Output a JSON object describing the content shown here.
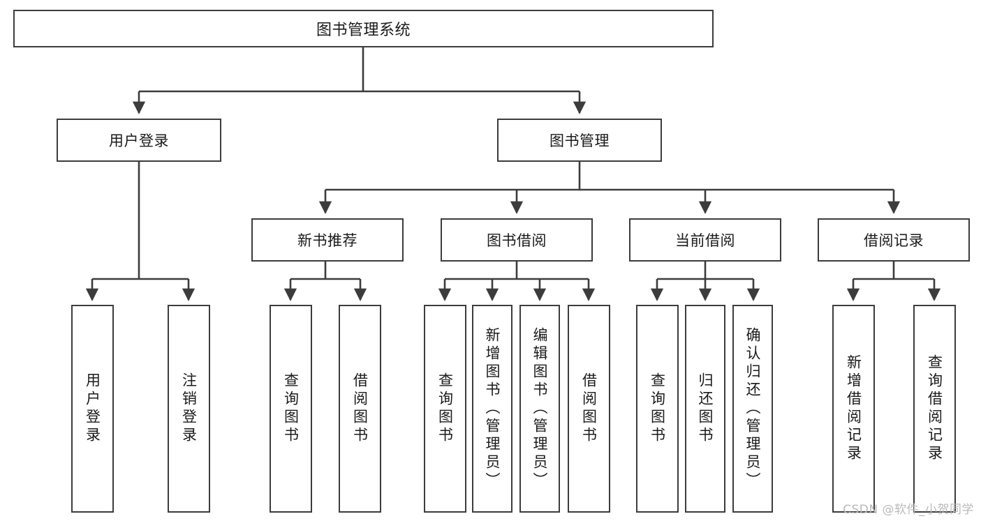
{
  "diagram": {
    "type": "tree-hierarchy",
    "title": "图书管理系统",
    "orientation": "top-down",
    "levels": 4,
    "colors": {
      "box_border": "#3c3c3c",
      "box_fill": "#ffffff",
      "line": "#3c3c3c",
      "text": "#1a1a1a",
      "watermark": "#b9b9b9",
      "background": "#ffffff"
    }
  },
  "root": {
    "label": "图书管理系统"
  },
  "level2": [
    {
      "id": "user-login",
      "label": "用户登录"
    },
    {
      "id": "book-management",
      "label": "图书管理"
    }
  ],
  "level3": [
    {
      "id": "new-book-recommend",
      "label": "新书推荐",
      "parent": "book-management"
    },
    {
      "id": "book-borrow",
      "label": "图书借阅",
      "parent": "book-management"
    },
    {
      "id": "current-borrow",
      "label": "当前借阅",
      "parent": "book-management"
    },
    {
      "id": "borrow-record",
      "label": "借阅记录",
      "parent": "book-management"
    }
  ],
  "leaves": {
    "user-login": [
      {
        "id": "leaf-user-login",
        "label": "用户登录"
      },
      {
        "id": "leaf-logout",
        "label": "注销登录"
      }
    ],
    "new-book-recommend": [
      {
        "id": "leaf-query-book-1",
        "label": "查询图书"
      },
      {
        "id": "leaf-borrow-book-1",
        "label": "借阅图书"
      }
    ],
    "book-borrow": [
      {
        "id": "leaf-query-book-2",
        "label": "查询图书"
      },
      {
        "id": "leaf-add-book",
        "label": "新增图书（管理员）"
      },
      {
        "id": "leaf-edit-book",
        "label": "编辑图书（管理员）"
      },
      {
        "id": "leaf-borrow-book-2",
        "label": "借阅图书"
      }
    ],
    "current-borrow": [
      {
        "id": "leaf-query-book-3",
        "label": "查询图书"
      },
      {
        "id": "leaf-return-book",
        "label": "归还图书"
      },
      {
        "id": "leaf-confirm-return",
        "label": "确认归还（管理员）"
      }
    ],
    "borrow-record": [
      {
        "id": "leaf-add-record",
        "label": "新增借阅记录"
      },
      {
        "id": "leaf-query-record",
        "label": "查询借阅记录"
      }
    ]
  },
  "watermark": {
    "text": "CSDN @软件_小贺同学"
  }
}
